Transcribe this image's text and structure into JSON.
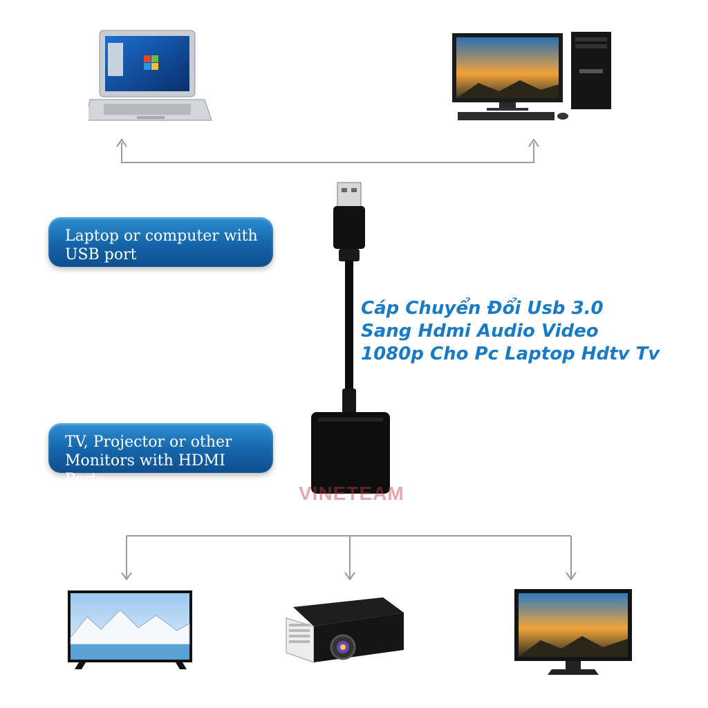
{
  "labels": {
    "usb": [
      "Laptop or computer with",
      "USB port"
    ],
    "hdmi": [
      "TV, Projector or other",
      "Monitors with HDMI Port"
    ]
  },
  "product_title": [
    "Cáp Chuyển Đổi Usb 3.0",
    "Sang Hdmi Audio Video",
    "1080p Cho Pc Laptop Hdtv Tv"
  ],
  "watermark": "VINETEAM",
  "colors": {
    "label_blue": "#1464a8",
    "title_blue": "#1a7bc4",
    "connector_gray": "#9a9a9a"
  },
  "devices": {
    "sources": [
      "laptop-icon",
      "desktop-computer-icon"
    ],
    "outputs": [
      "tv-icon",
      "projector-icon",
      "monitor-icon"
    ],
    "adapter": "usb-to-hdmi-adapter-icon"
  }
}
